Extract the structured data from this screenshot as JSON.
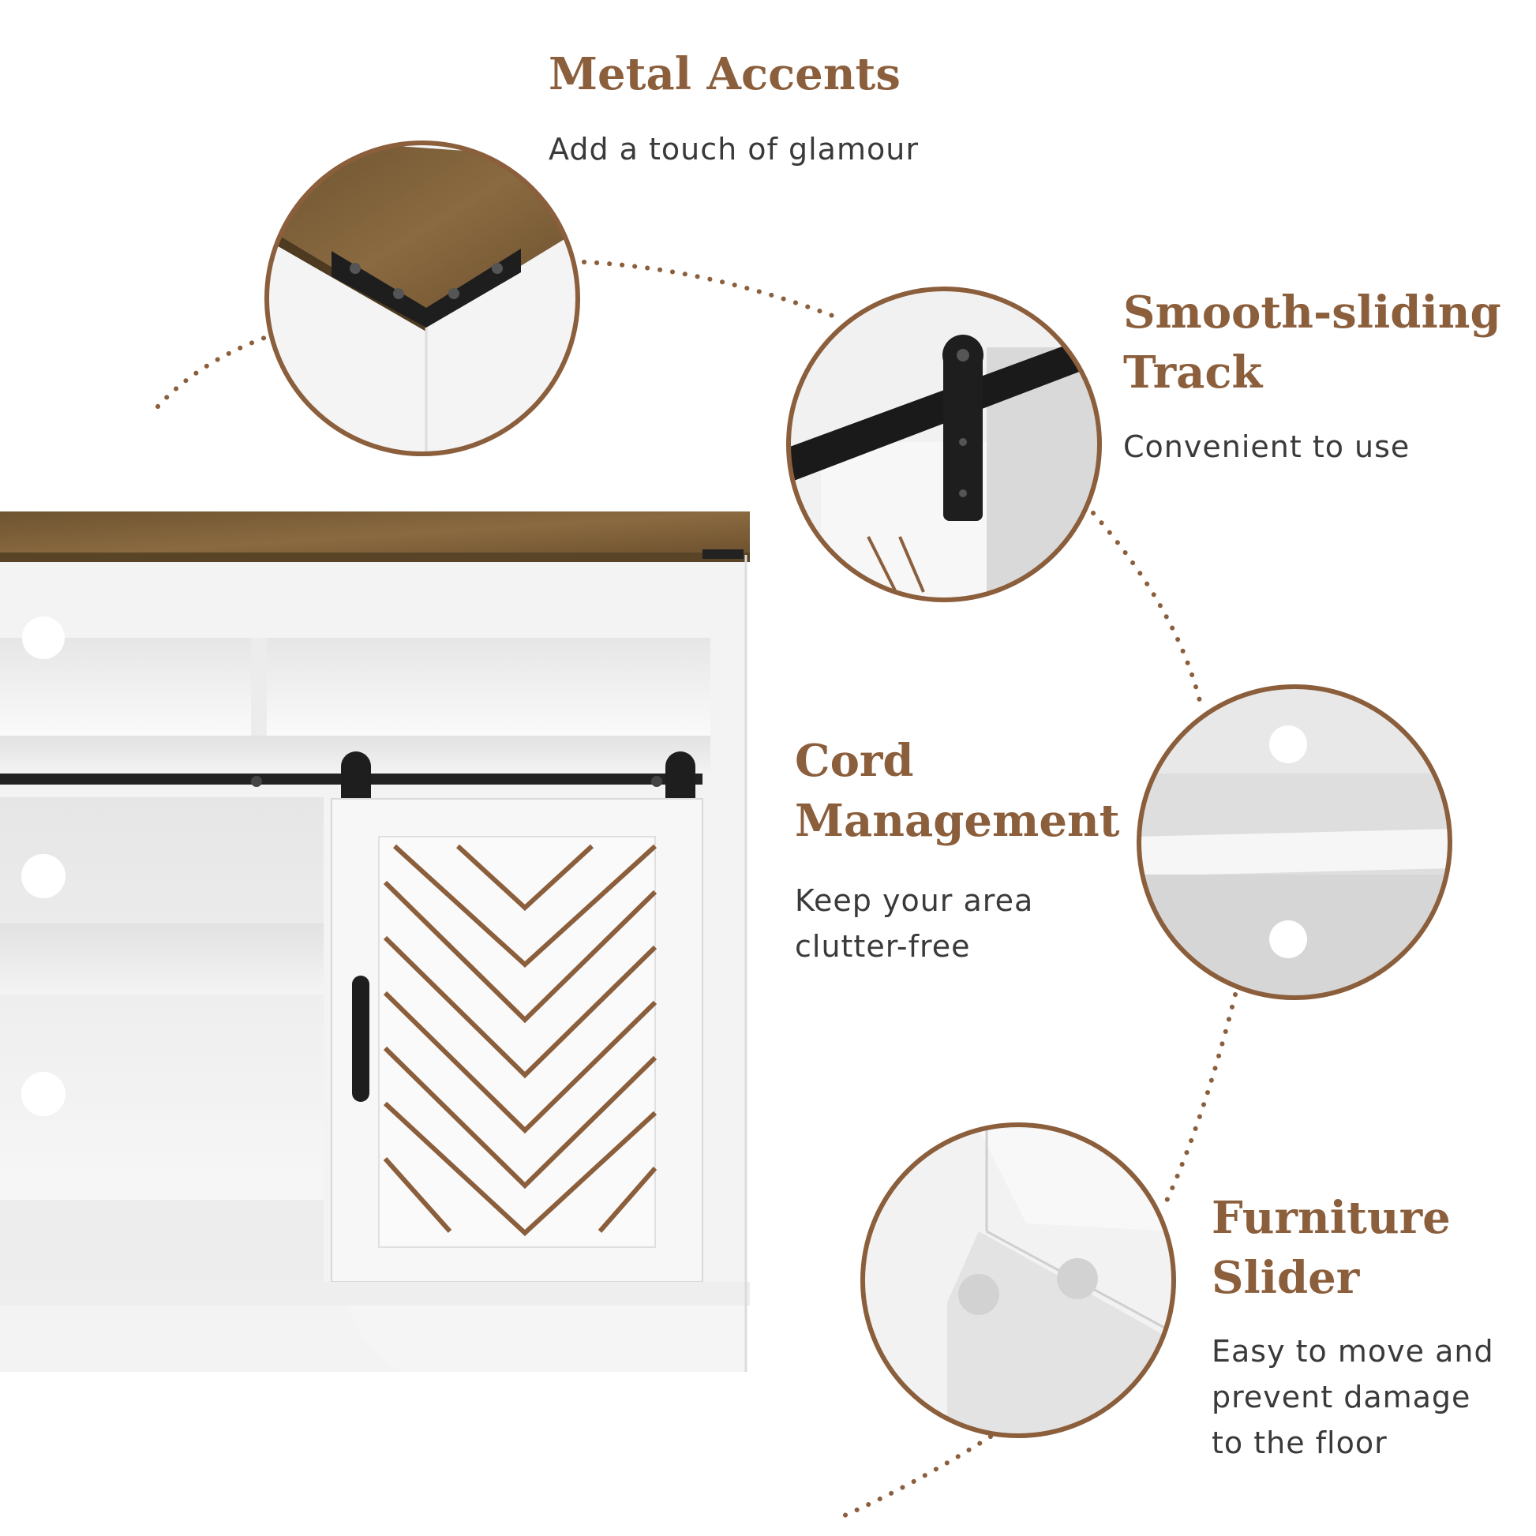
{
  "colors": {
    "accent": "#8b5e3c",
    "text": "#3a3a3a",
    "wood": "#7a5a35",
    "cabinet": "#f2f2f2",
    "hardware": "#1e1e1e"
  },
  "features": [
    {
      "id": "metal-accents",
      "title": [
        "Metal Accents"
      ],
      "description": [
        "Add a touch of glamour"
      ]
    },
    {
      "id": "sliding-track",
      "title": [
        "Smooth-sliding",
        "Track"
      ],
      "description": [
        "Convenient to use"
      ]
    },
    {
      "id": "cord-management",
      "title": [
        "Cord",
        "Management"
      ],
      "description": [
        "Keep your area",
        "clutter-free"
      ]
    },
    {
      "id": "furniture-slider",
      "title": [
        "Furniture",
        "Slider"
      ],
      "description": [
        "Easy to move and",
        "prevent damage",
        "to the floor"
      ]
    }
  ]
}
